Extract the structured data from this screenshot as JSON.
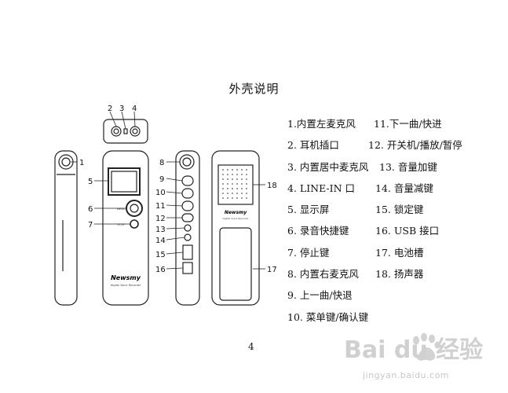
{
  "page": {
    "title": "外壳说明",
    "number": "4"
  },
  "diagram": {
    "callouts": [
      "1",
      "2",
      "3",
      "4",
      "5",
      "6",
      "7",
      "8",
      "9",
      "10",
      "11",
      "12",
      "13",
      "14",
      "15",
      "16",
      "17",
      "18"
    ],
    "device_brand": "Newsmy",
    "device_subtitle": "Digital Voice Recorder",
    "back_brand": "Newsmy",
    "back_subtitle": "Digital Voice Recorder",
    "menu_label": "MENU",
    "stop_label": "STOP"
  },
  "legend": {
    "left": [
      "1.内置左麦克风",
      "2. 耳机插口",
      "3. 内置居中麦克风",
      "4. LINE-IN 口",
      "5. 显示屏",
      "6. 录音快捷键",
      "7. 停止键",
      "8. 内置右麦克风",
      "9. 上一曲/快退",
      "10. 菜单键/确认键"
    ],
    "right": [
      "11.下一曲/快进",
      "12. 开关机/播放/暂停",
      "13. 音量加键",
      "14. 音量减键",
      "15. 锁定键",
      "16. USB 接口",
      "17. 电池槽",
      "18. 扬声器"
    ]
  },
  "watermark": {
    "logo_text": "Bai du 经验",
    "url": "jingyan.baidu.com"
  }
}
